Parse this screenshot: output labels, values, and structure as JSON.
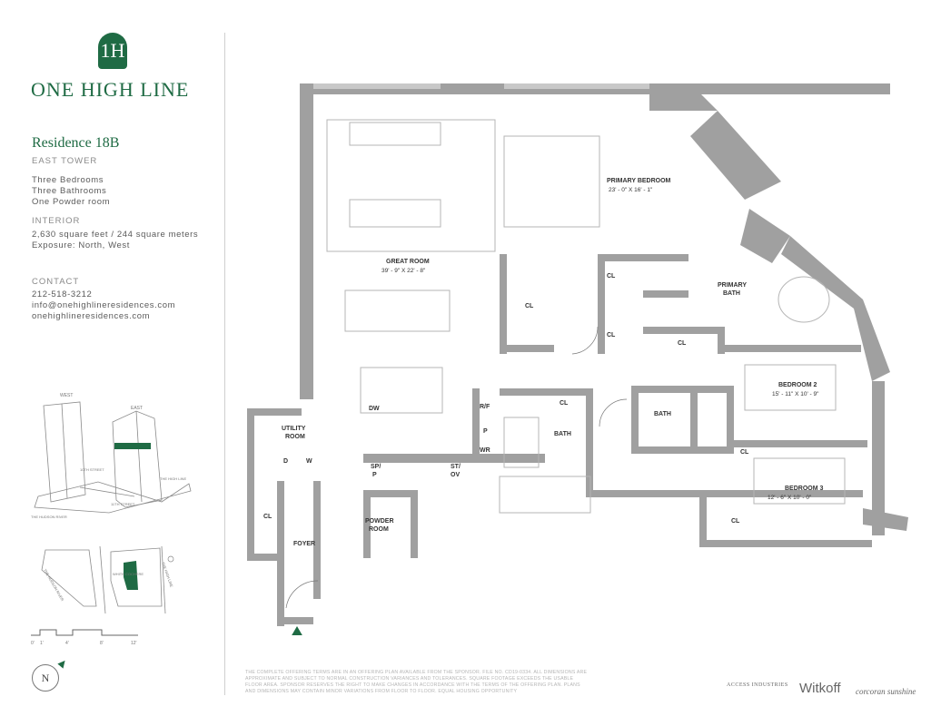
{
  "brand": {
    "name": "ONE HIGH LINE",
    "monogram": "1H"
  },
  "residence": {
    "title": "Residence 18B",
    "tower": "EAST TOWER",
    "rooms": [
      "Three Bedrooms",
      "Three Bathrooms",
      "One Powder room"
    ],
    "interior_label": "INTERIOR",
    "area": "2,630 square feet / 244 square meters",
    "exposure": "Exposure: North, West"
  },
  "contact": {
    "label": "CONTACT",
    "phone": "212-518-3212",
    "email": "info@onehighlineresidences.com",
    "website": "onehighlineresidences.com"
  },
  "keyplan": {
    "west": "WEST",
    "east": "EAST",
    "street_10": "10TH STREET",
    "high_line": "THE HIGH LINE",
    "hudson": "THE HUDSON RIVER",
    "street_11": "11TH STREET"
  },
  "siteplan": {
    "river": "THE HUDSON RIVER",
    "porte": "WHITE COCHERE",
    "high_line": "THE HIGH LINE"
  },
  "scale": {
    "ticks": [
      "0'",
      "1'",
      "4'",
      "8'",
      "12'"
    ]
  },
  "compass": "N",
  "floorplan": {
    "rooms": {
      "great_room": "GREAT ROOM",
      "great_room_dim": "39' - 9\" X 22' - 8\"",
      "primary_bedroom": "PRIMARY BEDROOM",
      "primary_bedroom_dim": "23' - 0\" X 16' - 1\"",
      "primary_bath_1": "PRIMARY",
      "primary_bath_2": "BATH",
      "bedroom2": "BEDROOM 2",
      "bedroom2_dim": "15' - 11\" X 10' - 9\"",
      "bedroom3": "BEDROOM 3",
      "bedroom3_dim": "12' - 6\" X 10' - 0\"",
      "bath": "BATH",
      "bath2": "BATH",
      "utility_1": "UTILITY",
      "utility_2": "ROOM",
      "powder_1": "POWDER",
      "powder_2": "ROOM",
      "foyer": "FOYER",
      "cl": "CL",
      "dw": "DW",
      "rf": "R/F",
      "p": "P",
      "wr": "WR",
      "sp": "SP/",
      "sp2": "P",
      "st": "ST/",
      "st2": "OV",
      "d": "D",
      "w": "W"
    }
  },
  "disclaimer": "THE COMPLETE OFFERING TERMS ARE IN AN OFFERING PLAN AVAILABLE FROM THE SPONSOR. FILE NO. CD19-0334. ALL DIMENSIONS ARE APPROXIMATE AND SUBJECT TO NORMAL CONSTRUCTION VARIANCES AND TOLERANCES. SQUARE FOOTAGE EXCEEDS THE USABLE FLOOR AREA. SPONSOR RESERVES THE RIGHT TO MAKE CHANGES IN ACCORDANCE WITH THE TERMS OF THE OFFERING PLAN. PLANS AND DIMENSIONS MAY CONTAIN MINOR VARIATIONS FROM FLOOR TO FLOOR. EQUAL HOUSING OPPORTUNITY",
  "developers": {
    "access": "ACCESS INDUSTRIES",
    "witkoff": "Witkoff",
    "corcoran": "corcoran sunshine"
  },
  "colors": {
    "brand_green": "#1f6b44",
    "wall_gray": "#9a9a9a"
  }
}
